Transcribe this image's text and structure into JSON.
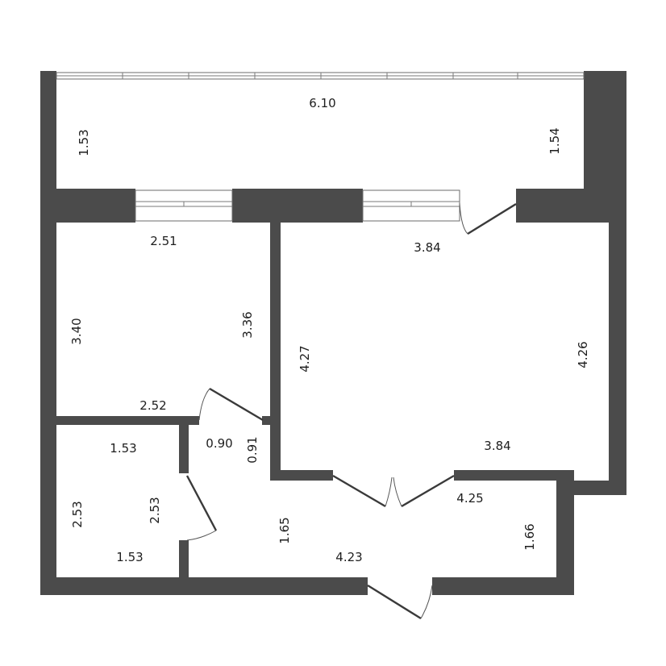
{
  "rooms": {
    "balcony": {
      "width_top": "6.10",
      "height_left": "1.53",
      "height_right": "1.54"
    },
    "bedroom": {
      "top": "2.51",
      "left": "3.40",
      "right": "3.36",
      "bottom": "2.52"
    },
    "living_room": {
      "top": "3.84",
      "left": "4.27",
      "right": "4.26",
      "bottom": "3.84"
    },
    "bathroom": {
      "top": "1.53",
      "left": "2.53",
      "right": "2.53",
      "bottom": "1.53"
    },
    "closet": {
      "width": "0.90",
      "height": "0.91"
    },
    "hallway": {
      "top": "4.25",
      "left": "1.65",
      "bottom": "4.23",
      "right": "1.66"
    }
  },
  "colors": {
    "wall": "#4b4b4b",
    "background": "#ffffff",
    "text": "#1e1e1e"
  }
}
